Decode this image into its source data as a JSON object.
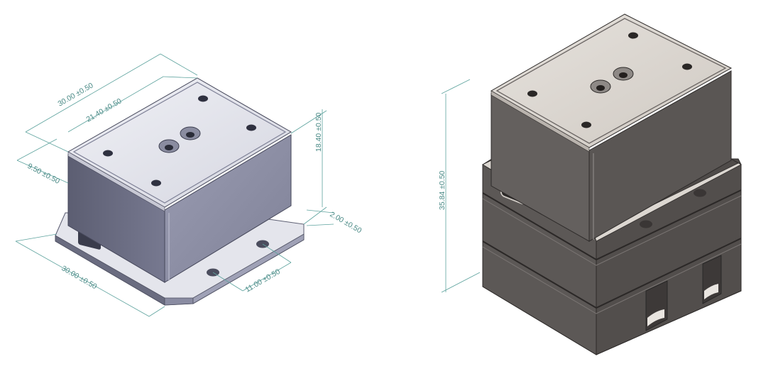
{
  "left_drawing": {
    "dimensions": {
      "width_top": "30.00 ±0.50",
      "inner_width": "21.40 ±0.50",
      "height": "18.40 ±0.50",
      "offset_left": "9.50 ±0.50",
      "flange": "2.00 ±0.50",
      "base_depth": "30.00 ±0.50",
      "hole_spacing": "11.00 ±0.50"
    }
  },
  "right_drawing": {
    "dimensions": {
      "total_height": "35.84 ±0.50"
    }
  },
  "colors": {
    "dimension_line": "#5ea39e",
    "left_body_dark": "#626478",
    "left_body_mid": "#8c8ea4",
    "left_top": "#e3e4ec",
    "right_body": "#5a5654",
    "right_top": "#dcd7d1"
  }
}
